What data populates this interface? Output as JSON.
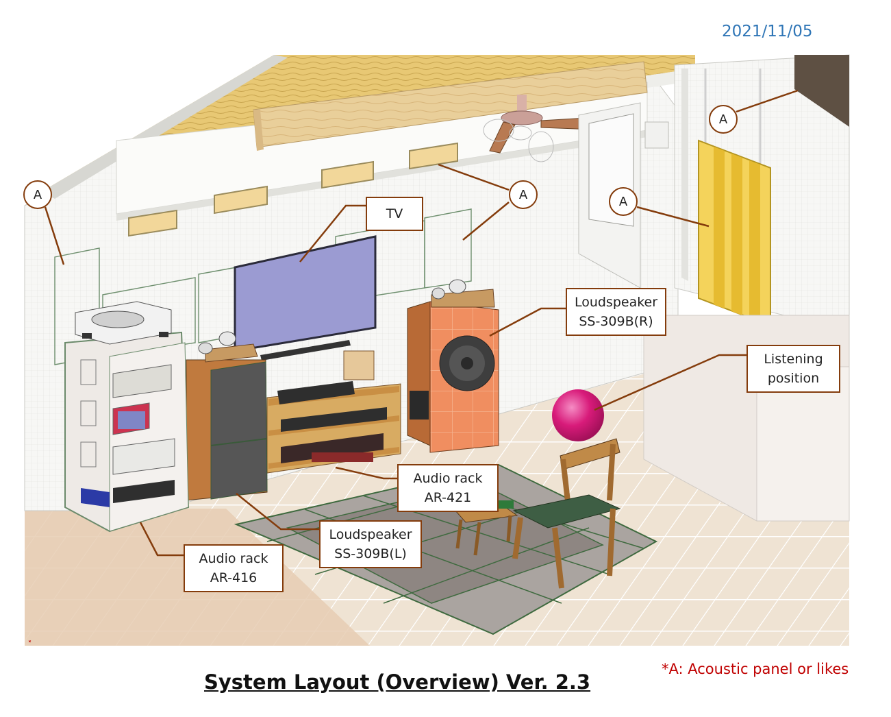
{
  "date": "2021/11/05",
  "title": "System Layout (Overview) Ver. 2.3",
  "note": "*A: Acoustic panel or likes",
  "panel_marker": "A",
  "labels": {
    "tv": "TV",
    "speaker_r_line1": "Loudspeaker",
    "speaker_r_line2": "SS-309B(R)",
    "listening_line1": "Listening",
    "listening_line2": "position",
    "rack421_line1": "Audio rack",
    "rack421_line2": "AR-421",
    "speaker_l_line1": "Loudspeaker",
    "speaker_l_line2": "SS-309B(L)",
    "rack416_line1": "Audio rack",
    "rack416_line2": "AR-416"
  },
  "colors": {
    "leader": "#843c0c",
    "date": "#2e75b6",
    "note": "#c00000",
    "listening_ball": "#d81b7a"
  }
}
